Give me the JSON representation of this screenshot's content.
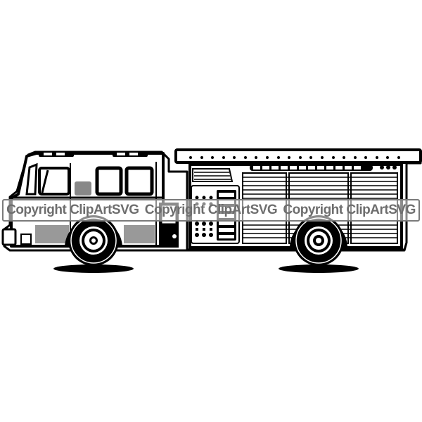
{
  "image": {
    "subject": "fire-truck",
    "style": "black and white line-art clip art",
    "background": "#ffffff",
    "ink": "#000000"
  },
  "watermark": {
    "texts": [
      "Copyright ClipArtSVG",
      "Copyright ClipArtSVG",
      "Copyright ClipArtSVG"
    ],
    "color": "#6e6e6e",
    "border_color": "#7a7a7a"
  }
}
